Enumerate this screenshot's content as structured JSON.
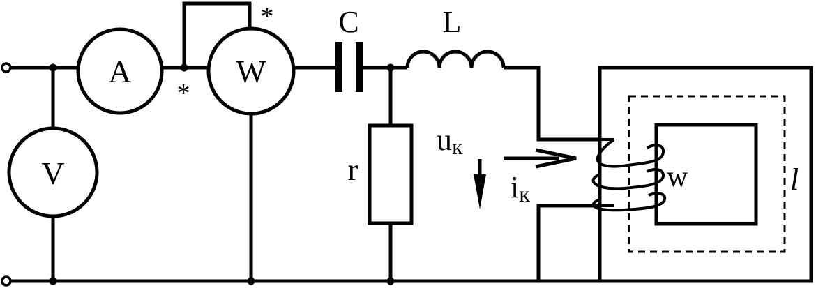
{
  "meters": {
    "ammeter": "A",
    "voltmeter": "V",
    "wattmeter": "W"
  },
  "polarity_marks": {
    "current_coil": "*",
    "voltage_coil": "*"
  },
  "components": {
    "capacitor": "C",
    "inductor": "L",
    "resistor": "r"
  },
  "coil": {
    "voltage_base": "u",
    "voltage_sub": "к",
    "current_base": "i",
    "current_sub": "к",
    "turns": "w"
  },
  "core": {
    "path_length": "l"
  },
  "colors": {
    "line": "#000000",
    "background": "#ffffff"
  }
}
